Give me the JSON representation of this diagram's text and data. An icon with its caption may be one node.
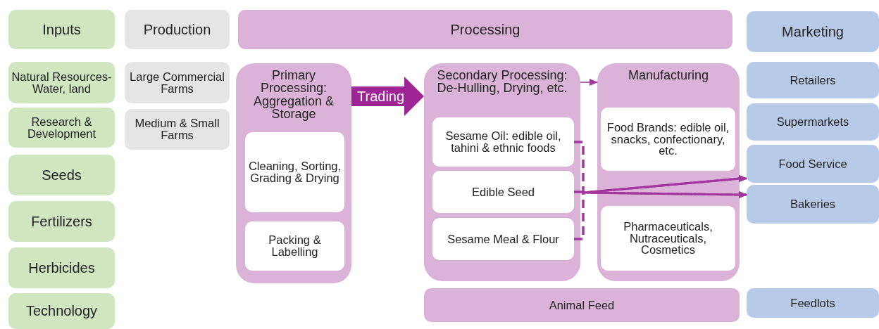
{
  "diagram": {
    "nodes": [
      {
        "text": [
          "Inputs"
        ]
      },
      {
        "text": [
          "Natural Resources-Water, land"
        ]
      },
      {
        "text": [
          "Research & Development"
        ]
      },
      {
        "text": [
          "Seeds"
        ]
      },
      {
        "text": [
          "Fertilizers"
        ]
      },
      {
        "text": [
          "Herbicides"
        ]
      },
      {
        "text": [
          "Technology"
        ]
      },
      {
        "text": [
          "Production"
        ]
      },
      {
        "text": [
          "Large Commercial Farms"
        ]
      },
      {
        "text": [
          "Medium & Small Farms"
        ]
      },
      {
        "text": [
          "Processing"
        ]
      },
      {
        "text": [
          "Primary Processing: Aggregation & Storage"
        ]
      },
      {
        "text": [
          "Cleaning, Sorting, Grading & Drying"
        ],
        "in": 11
      },
      {
        "text": [
          "Packing & Labelling"
        ],
        "in": 11
      },
      {
        "text": [
          "Secondary Processing: De-Hulling, Drying, etc."
        ]
      },
      {
        "text": [
          "Sesame Oil: edible oil, tahini & ethnic foods"
        ],
        "in": 14
      },
      {
        "text": [
          "Edible Seed"
        ],
        "in": 14
      },
      {
        "text": [
          "Sesame Meal & Flour"
        ],
        "in": 14
      },
      {
        "text": [
          "Manufacturing"
        ]
      },
      {
        "text": [
          "Food Brands: edible oil, snacks, confectionary, etc."
        ],
        "in": 18
      },
      {
        "text": [
          "Pharmaceuticals, Nutraceuticals, Cosmetics"
        ],
        "in": 18
      },
      {
        "text": [
          "Animal Feed"
        ]
      },
      {
        "text": [
          "Marketing"
        ]
      },
      {
        "text": [
          "Retailers"
        ]
      },
      {
        "text": [
          "Supermarkets"
        ]
      },
      {
        "text": [
          "Food Service"
        ]
      },
      {
        "text": [
          "Bakeries"
        ]
      },
      {
        "text": [
          "Feedlots"
        ]
      }
    ],
    "edges": [
      {
        "from": 11,
        "to": 14,
        "arrow": "to",
        "label": "Trading",
        "style": "thick"
      },
      {
        "from": 14,
        "to": 18,
        "arrow": "to"
      },
      {
        "from": 15,
        "to": 25,
        "arrow": "to",
        "style": "dashed"
      },
      {
        "from": 15,
        "to": 26,
        "arrow": "to",
        "style": "dashed"
      },
      {
        "from": 16,
        "to": 25,
        "arrow": "to",
        "style": "dashed"
      },
      {
        "from": 16,
        "to": 26,
        "arrow": "to",
        "style": "dashed"
      },
      {
        "from": 17,
        "to": 25,
        "arrow": "to",
        "style": "dashed"
      },
      {
        "from": 17,
        "to": 26,
        "arrow": "to",
        "style": "dashed"
      }
    ]
  }
}
